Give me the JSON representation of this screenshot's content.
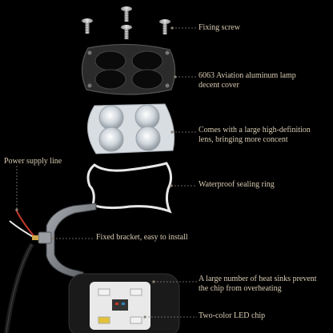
{
  "labels": {
    "fixing_screw": "Fixing screw",
    "cover_line1": "6063 Aviation aluminum lamp",
    "cover_line2": "decent cover",
    "lens_line1": "Comes with a large high-definition",
    "lens_line2": "lens, bringing more concent",
    "sealing_ring": "Waterproof sealing ring",
    "power_supply": "Power supply line",
    "bracket": "Fixed bracket, easy to install",
    "sinks_line1": "A large number of heat sinks prevent",
    "sinks_line2": "the chip from overheating",
    "led_chip": "Two-color LED chip"
  },
  "colors": {
    "background": "#000000",
    "label_text": "#d9cbb3",
    "leader_line": "#8a8378",
    "cover": "#2a2a2a",
    "lens_plate": "#d8dde2",
    "sealing_ring": "#e8e8e8",
    "bracket": "#7b7f85",
    "wire_red": "#c0392b",
    "wire_white": "#e6e6e6"
  }
}
